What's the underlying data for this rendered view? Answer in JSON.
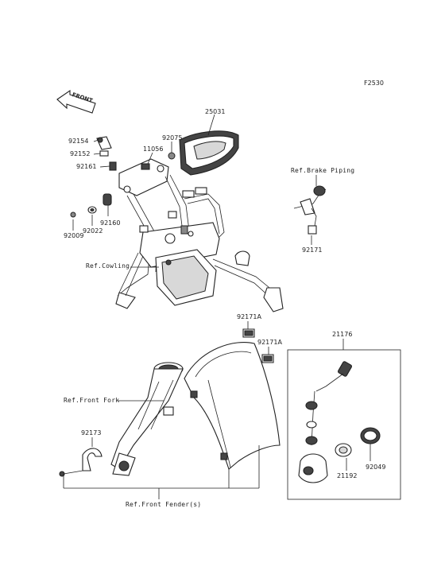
{
  "figure": {
    "id": "F2530"
  },
  "front_arrow": {
    "text": "FRONT",
    "icon": "front-direction-arrow-icon"
  },
  "parts": {
    "p25031": "25031",
    "p92075": "92075",
    "p11056": "11056",
    "p92154": "92154",
    "p92152": "92152",
    "p92161": "92161",
    "p92009": "92009",
    "p92022": "92022",
    "p92160": "92160",
    "p92171": "92171",
    "p92171A_1": "92171A",
    "p92171A_2": "92171A",
    "p21176": "21176",
    "p92173": "92173",
    "p21192": "21192",
    "p92049": "92049"
  },
  "references": {
    "brake_piping": "Ref.Brake Piping",
    "cowling": "Ref.Cowling",
    "front_fork": "Ref.Front Fork",
    "front_fender": "Ref.Front Fender(s)"
  },
  "colors": {
    "line": "#222222",
    "part_dark": "#444444",
    "part_mid": "#888888",
    "background": "#ffffff"
  }
}
